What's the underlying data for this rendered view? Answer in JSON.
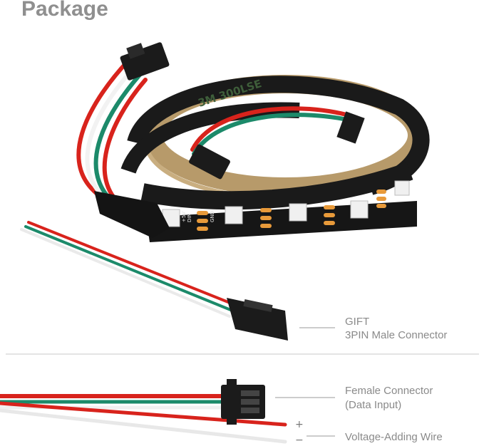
{
  "page_title": "Package",
  "strip_print": "3M 300LSE",
  "pad_labels": [
    "+5V",
    "DIN",
    "GND"
  ],
  "gift": {
    "line1": "GIFT",
    "line2": "3PIN Male Connector"
  },
  "female": {
    "line1": "Female Connector",
    "line2": "(Data Input)"
  },
  "voltage": {
    "label": "Voltage-Adding Wire",
    "plus": "+",
    "minus": "−"
  },
  "colors": {
    "title": "#8f8f8f",
    "strip_pcb": "#1a1a1a",
    "tape_backing": "#b79a6a",
    "wire_red": "#d8231c",
    "wire_green": "#1c8a6a",
    "wire_white": "#f2f2f2",
    "connector": "#1b1b1b",
    "label_text": "#8a8a8a"
  }
}
